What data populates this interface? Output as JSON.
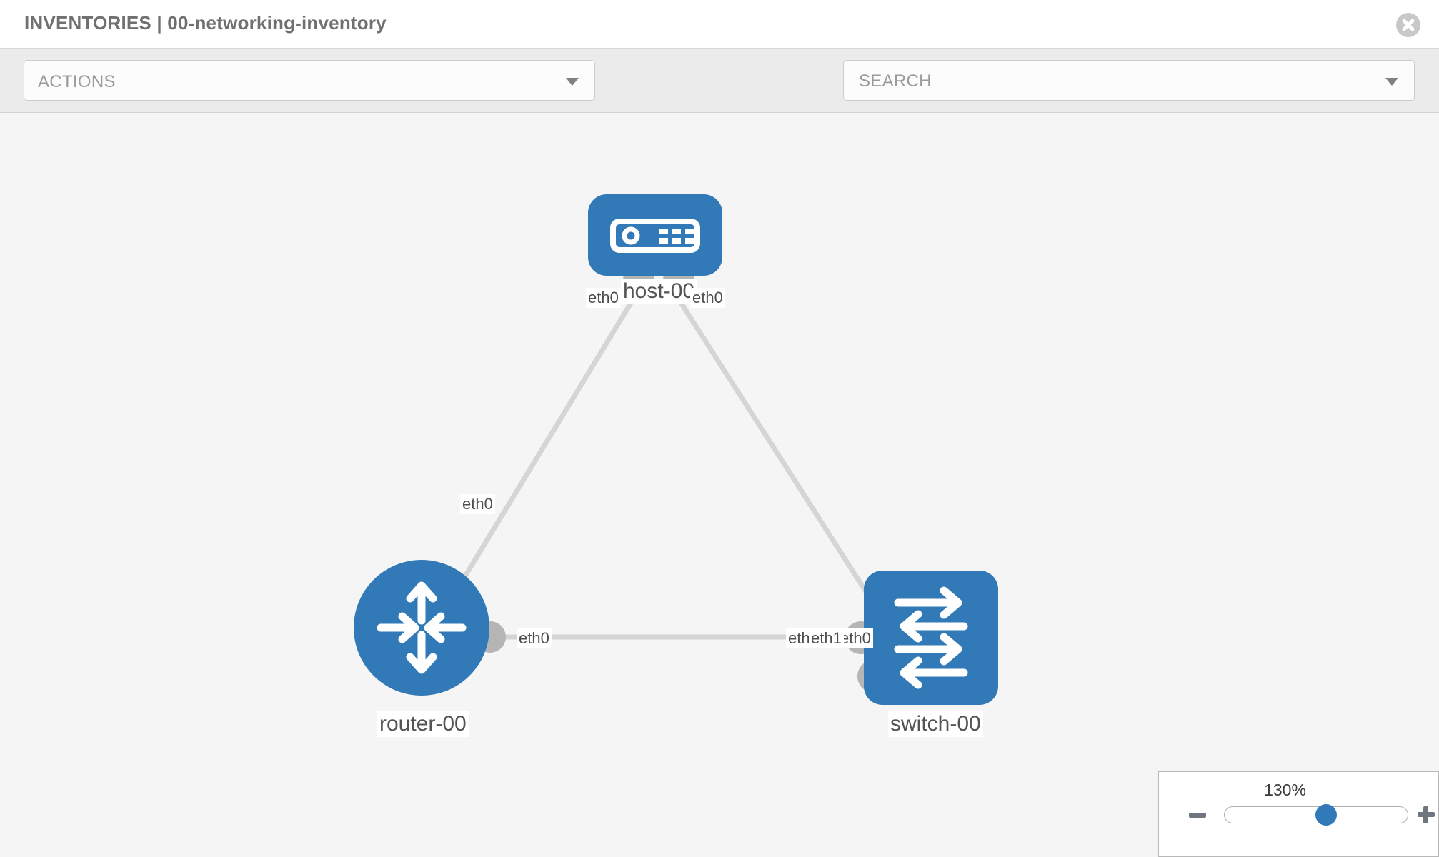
{
  "header": {
    "breadcrumb_section": "INVENTORIES",
    "separator": "|",
    "inventory_name": "00-networking-inventory",
    "title": "INVENTORIES | 00-networking-inventory",
    "close_icon": "close-circle-icon"
  },
  "toolbar": {
    "actions_label": "ACTIONS",
    "actions_caret_icon": "chevron-down-icon",
    "wrench_icon": "wrench-icon",
    "key_icon": "key-icon",
    "search_placeholder": "SEARCH",
    "search_value": "",
    "search_caret_icon": "chevron-down-icon"
  },
  "topology": {
    "nodes": [
      {
        "id": "host-00",
        "label": "host-00",
        "type": "host",
        "icon": "server-rack-icon",
        "shape": "rounded-rect",
        "color": "#3279b7"
      },
      {
        "id": "router-00",
        "label": "router-00",
        "type": "router",
        "icon": "router-four-arrows-icon",
        "shape": "circle",
        "color": "#3279b7"
      },
      {
        "id": "switch-00",
        "label": "switch-00",
        "type": "switch",
        "icon": "switch-arrows-icon",
        "shape": "rounded-rect",
        "color": "#3279b7"
      }
    ],
    "links": [
      {
        "from": "host-00",
        "to": "router-00",
        "from_interface": "eth0",
        "to_interface": "eth0"
      },
      {
        "from": "host-00",
        "to": "switch-00",
        "from_interface": "eth0",
        "to_interface": "eth0"
      },
      {
        "from": "router-00",
        "to": "switch-00",
        "from_interface": "eth0",
        "to_interface": "eth1"
      }
    ],
    "interface_labels": {
      "host_left": "eth0",
      "host_right": "eth0",
      "router_up": "eth0",
      "router_right": "eth0",
      "switch_up": "eth0",
      "switch_left_hidden": "eth",
      "switch_left": "eth1"
    },
    "edge_color": "#d5d5d5",
    "port_color": "#b5b5b5"
  },
  "zoom_control": {
    "value_label": "130%",
    "minus_label": "zoom-out",
    "plus_label": "zoom-in",
    "percent": 130,
    "accent_color": "#3279b7"
  }
}
